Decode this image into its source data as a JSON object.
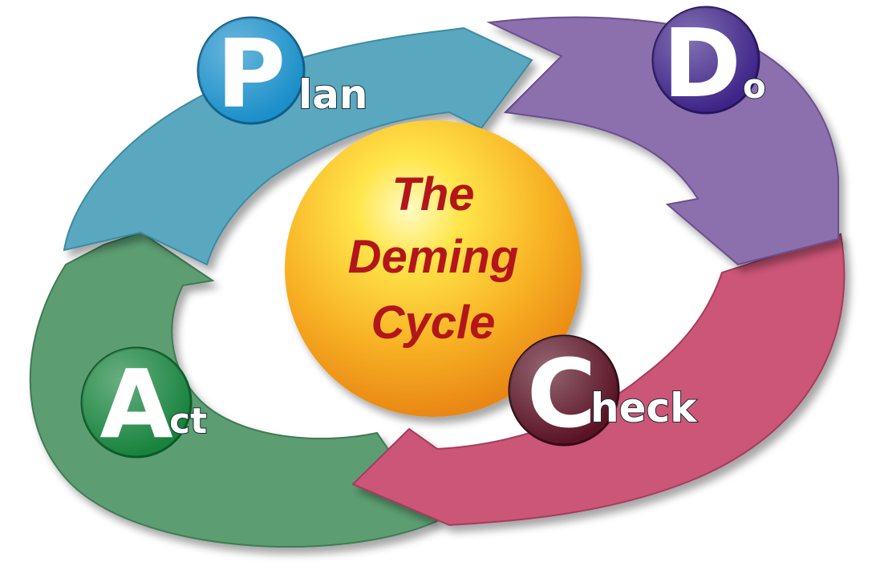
{
  "center": {
    "line1": "The",
    "line2": "Deming",
    "line3": "Cycle"
  },
  "stages": {
    "plan": {
      "letter": "P",
      "rest": "lan"
    },
    "do": {
      "letter": "D",
      "rest": "o"
    },
    "check": {
      "letter": "C",
      "rest": "heck"
    },
    "act": {
      "letter": "A",
      "rest": "ct"
    }
  },
  "colors": {
    "plan": "#5aa7c0",
    "do": "#8c6fae",
    "check": "#cc5677",
    "act": "#5c9e72",
    "plan_badge": "#1a8fc9",
    "do_badge": "#3e2488",
    "check_badge": "#5a1325",
    "act_badge": "#17833d",
    "sphere": "#f7c531",
    "center_text": "#b3161a"
  }
}
